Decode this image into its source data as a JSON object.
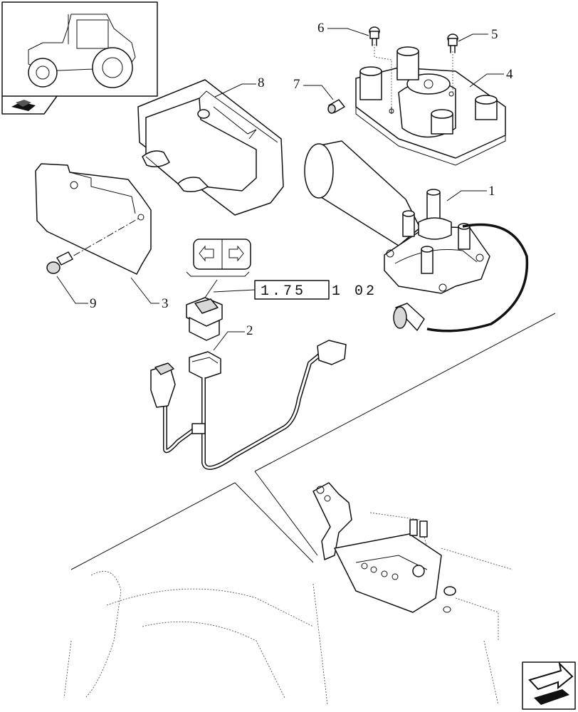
{
  "callouts": {
    "c1": "1",
    "c2": "2",
    "c3": "3",
    "c4": "4",
    "c5": "5",
    "c6": "6",
    "c7": "7",
    "c8": "8",
    "c9": "9"
  },
  "reference": {
    "boxed": "1.75",
    "rest": "1 02"
  },
  "icons": {
    "thumbnail": "tractor-thumbnail-icon",
    "book": "book-icon",
    "switch_symbol": "arrow-left-right-icon",
    "nav": "next-page-arrow-icon"
  }
}
